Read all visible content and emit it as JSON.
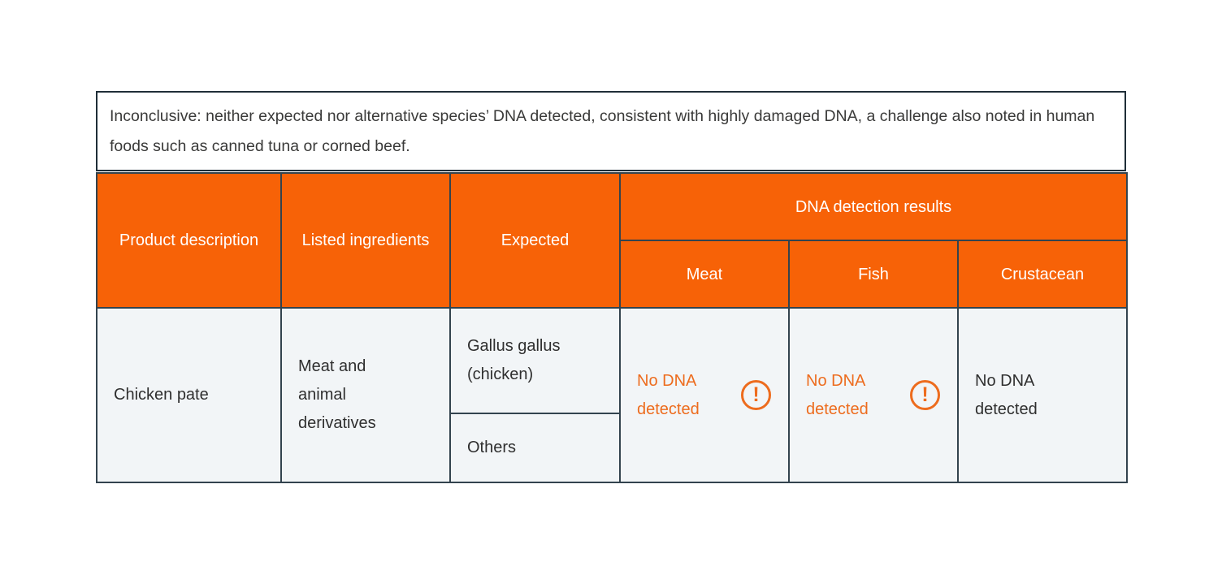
{
  "note": {
    "text": "Inconclusive: neither expected nor alternative species’ DNA detected, consistent with highly damaged DNA, a challenge also noted in human foods such as canned tuna or corned beef."
  },
  "table": {
    "headers": {
      "product_description": "Product description",
      "listed_ingredients": "Listed ingredients",
      "expected": "Expected",
      "dna_detection_results": "DNA detection results",
      "meat": "Meat",
      "fish": "Fish",
      "crustacean": "Crustacean"
    },
    "row": {
      "product_description": "Chicken pate",
      "listed_ingredients": "Meat and animal derivatives",
      "expected_species": "Gallus gallus (chicken)",
      "expected_others": "Others",
      "meat_result": "No DNA detected",
      "meat_flagged": true,
      "fish_result": "No DNA detected",
      "fish_flagged": true,
      "crustacean_result": "No DNA detected",
      "crustacean_flagged": false
    }
  },
  "icons": {
    "warning_glyph": "!"
  },
  "colors": {
    "page_bg": "#ffffff",
    "header_bg": "#f76207",
    "header_text": "#ffffff",
    "warning_orange": "#ed6c1e",
    "body_bg": "#f2f5f7",
    "body_text": "#2f2f2f",
    "border": "#33434e",
    "note_border": "#1f2e38",
    "note_text": "#3a3a39"
  }
}
